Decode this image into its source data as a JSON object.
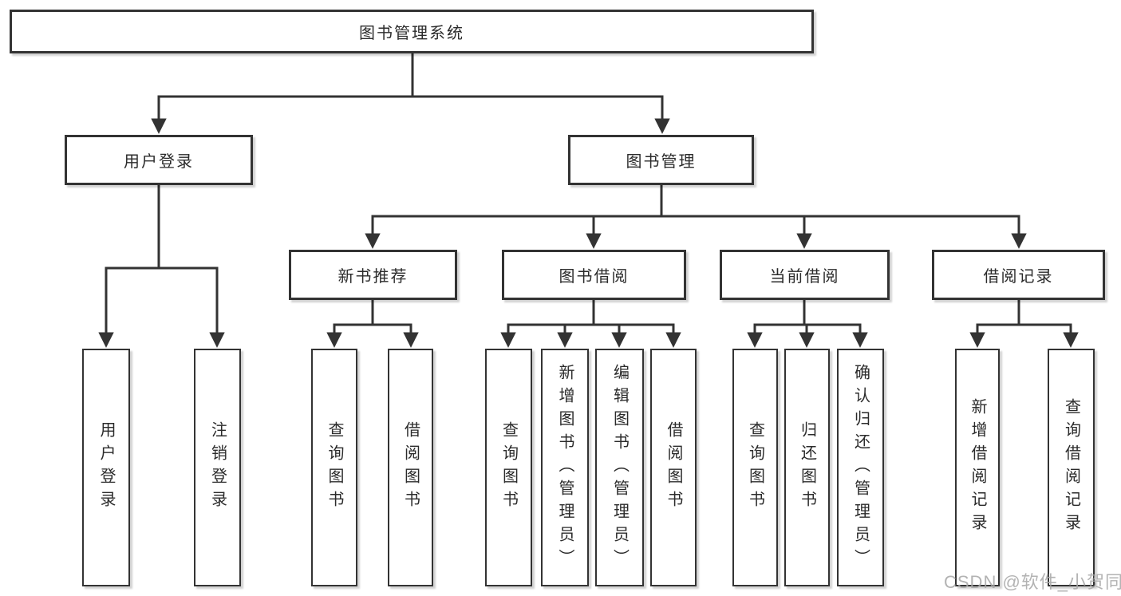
{
  "colors": {
    "line": "#333333",
    "box_border": "#333333",
    "text": "#2b2b2b",
    "watermark": "#a8a8a8",
    "background": "#ffffff"
  },
  "watermark": "CSDN @软件_小贺同学",
  "tree": {
    "root": {
      "label": "图书管理系统"
    },
    "children": [
      {
        "label": "用户登录",
        "children": [
          {
            "label": "用户登录"
          },
          {
            "label": "注销登录"
          }
        ]
      },
      {
        "label": "图书管理",
        "children": [
          {
            "label": "新书推荐",
            "children": [
              {
                "label": "查询图书"
              },
              {
                "label": "借阅图书"
              }
            ]
          },
          {
            "label": "图书借阅",
            "children": [
              {
                "label": "查询图书"
              },
              {
                "label": "新增图书（管理员）"
              },
              {
                "label": "编辑图书（管理员）"
              },
              {
                "label": "借阅图书"
              }
            ]
          },
          {
            "label": "当前借阅",
            "children": [
              {
                "label": "查询图书"
              },
              {
                "label": "归还图书"
              },
              {
                "label": "确认归还（管理员）"
              }
            ]
          },
          {
            "label": "借阅记录",
            "children": [
              {
                "label": "新增借阅记录"
              },
              {
                "label": "查询借阅记录"
              }
            ]
          }
        ]
      }
    ]
  }
}
